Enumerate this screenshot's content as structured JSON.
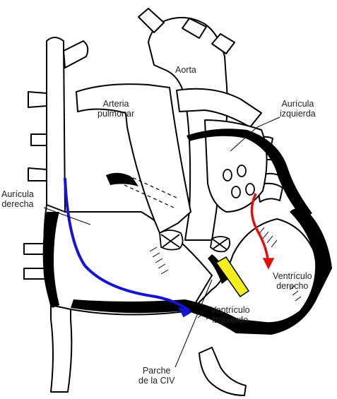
{
  "labels": {
    "aorta": "Aorta",
    "pulmonary_artery": "Arteria\npulmonar",
    "left_atrium": "Aurícula\nizquierda",
    "right_atrium": "Aurícula\nderecha",
    "right_ventricle": "Ventrículo\nderecho",
    "left_ventricle": "Ventrículo\nizquierdo",
    "vsd_patch": "Parche\nde la CIV"
  },
  "colors": {
    "line": "#000000",
    "wall": "#000000",
    "blue_flow": "#1414d4",
    "red_flow": "#e01010",
    "patch": "#f2ef1a"
  }
}
